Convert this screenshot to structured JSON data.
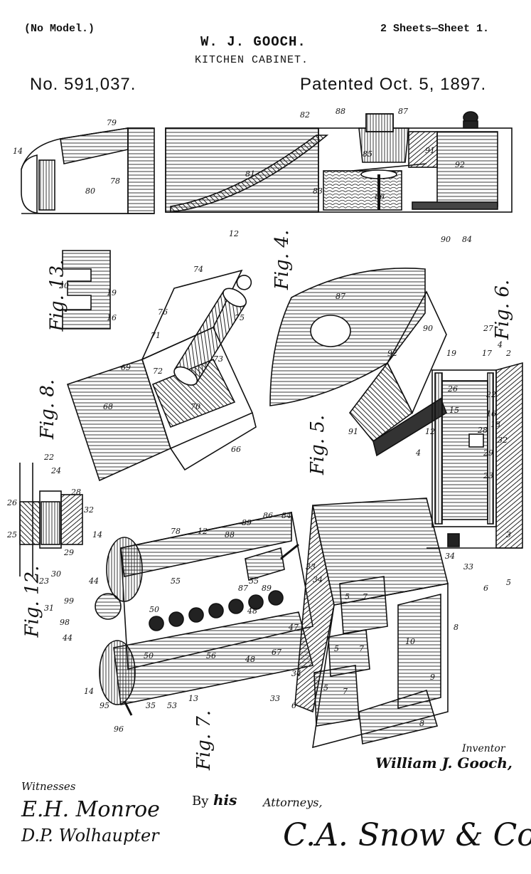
{
  "header": {
    "no_model": "(No Model.)",
    "inventor_name": "W. J. GOOCH.",
    "title": "KITCHEN CABINET.",
    "sheets": "2 Sheets—Sheet 1.",
    "patent_number": "No. 591,037.",
    "patented_date": "Patented Oct. 5, 1897."
  },
  "figures": {
    "fig4": "Fig. 4.",
    "fig5": "Fig. 5.",
    "fig6": "Fig. 6.",
    "fig7": "Fig. 7.",
    "fig8": "Fig. 8.",
    "fig12": "Fig. 12.",
    "fig13": "Fig. 13."
  },
  "reference_numerals": {
    "fig4": [
      "14",
      "79",
      "80",
      "78",
      "81",
      "82",
      "88",
      "87",
      "85",
      "91",
      "92",
      "83",
      "86",
      "12",
      "90",
      "84"
    ],
    "fig13": [
      "20",
      "19",
      "16"
    ],
    "fig8": [
      "74",
      "76",
      "75",
      "71",
      "73",
      "72",
      "69",
      "70",
      "68",
      "66"
    ],
    "fig5": [
      "87",
      "90",
      "92",
      "91"
    ],
    "fig6": [
      "27",
      "4",
      "2",
      "19",
      "17",
      "26",
      "15",
      "22",
      "16",
      "18",
      "28",
      "32",
      "29",
      "12",
      "4",
      "3",
      "23",
      "33",
      "34",
      "6",
      "5"
    ],
    "fig12": [
      "22",
      "24",
      "26",
      "28",
      "25",
      "32",
      "29",
      "30",
      "23",
      "31"
    ],
    "fig7": [
      "12",
      "78",
      "88",
      "89",
      "86",
      "84",
      "14",
      "44",
      "99",
      "87",
      "89",
      "33",
      "34",
      "55",
      "55",
      "50",
      "48",
      "5",
      "7",
      "98",
      "44",
      "50",
      "56",
      "48",
      "67",
      "47",
      "5",
      "7",
      "10",
      "14",
      "95",
      "35",
      "53",
      "13",
      "96",
      "34",
      "33",
      "6",
      "5",
      "7",
      "9",
      "8",
      "8"
    ]
  },
  "footer": {
    "witnesses_label": "Witnesses",
    "witness_1": "E.H. Monroe",
    "witness_2": "D.P. Wolhaupter",
    "inventor_label": "Inventor",
    "inventor_signature": "William J. Gooch,",
    "by_text": "By",
    "his_text": "his",
    "attorneys_text": "Attorneys,",
    "attorney_signature": "C.A. Snow & Co."
  }
}
